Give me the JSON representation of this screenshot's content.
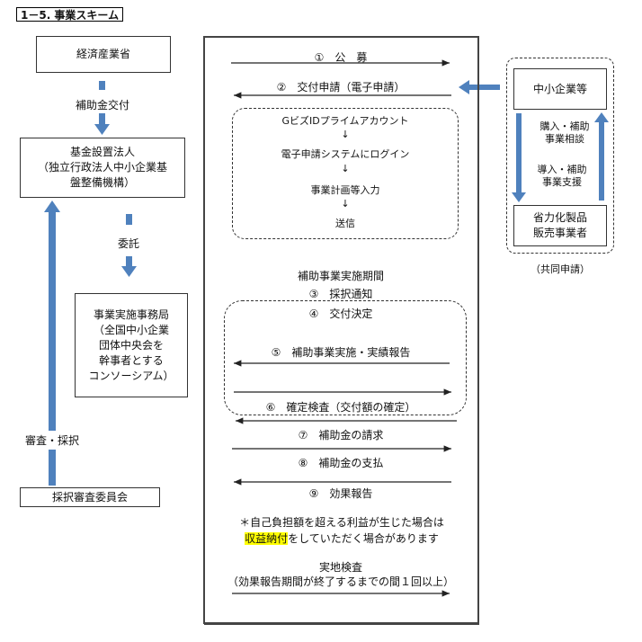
{
  "title": "1－5. 事業スキーム",
  "left": {
    "meti": "経済産業省",
    "subsidy_grant": "補助金交付",
    "fund_corp_line1": "基金設置法人",
    "fund_corp_line2": "（独立行政法人中小企業基",
    "fund_corp_line3": "盤整備機構）",
    "entrust": "委託",
    "office_line1": "事業実施事務局",
    "office_line2": "（全国中小企業",
    "office_line3": "団体中央会を",
    "office_line4": "幹事者とする",
    "office_line5": "コンソーシアム）",
    "review": "審査・採択",
    "committee": "採択審査委員会"
  },
  "center": {
    "step1": "①　公　募",
    "step2": "②　交付申請（電子申請）",
    "flow1": "GビズIDプライムアカウント",
    "arrow_glyph": "↓",
    "flow2": "電子申請システムにログイン",
    "flow3": "事業計画等入力",
    "flow4": "送信",
    "period": "補助事業実施期間",
    "step3": "③　採択通知",
    "step4": "④　交付決定",
    "step5": "⑤　補助事業実施・実績報告",
    "step6": "⑥　確定検査（交付額の確定）",
    "step7": "⑦　補助金の請求",
    "step8": "⑧　補助金の支払",
    "step9": "⑨　効果報告",
    "note_prefix": "＊自己負担額を超える利益が生じた場合は",
    "note_highlight": "収益納付",
    "note_suffix": "をしていただく場合があります",
    "inspection": "実地検査",
    "inspection_detail": "（効果報告期間が終了するまでの間１回以上）"
  },
  "right": {
    "sme": "中小企業等",
    "consult_line1": "購入・補助",
    "consult_line2": "事業相談",
    "support_line1": "導入・補助",
    "support_line2": "事業支援",
    "vendor_line1": "省力化製品",
    "vendor_line2": "販売事業者",
    "joint": "（共同申請）"
  },
  "colors": {
    "arrow_blue": "#4f81bd",
    "line": "#333333",
    "highlight": "#ffff00"
  }
}
